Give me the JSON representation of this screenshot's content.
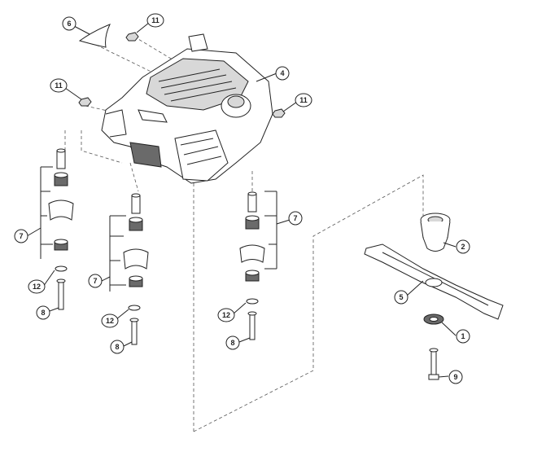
{
  "diagram": {
    "callouts": [
      {
        "id": "c6",
        "label": "6"
      },
      {
        "id": "c11a",
        "label": "11"
      },
      {
        "id": "c4",
        "label": "4"
      },
      {
        "id": "c11b",
        "label": "11"
      },
      {
        "id": "c11c",
        "label": "11"
      },
      {
        "id": "c7a",
        "label": "7"
      },
      {
        "id": "c7b",
        "label": "7"
      },
      {
        "id": "c7c",
        "label": "7"
      },
      {
        "id": "c12a",
        "label": "12"
      },
      {
        "id": "c8a",
        "label": "8"
      },
      {
        "id": "c12b",
        "label": "12"
      },
      {
        "id": "c8b",
        "label": "8"
      },
      {
        "id": "c12c",
        "label": "12"
      },
      {
        "id": "c8c",
        "label": "8"
      },
      {
        "id": "c2",
        "label": "2"
      },
      {
        "id": "c5",
        "label": "5"
      },
      {
        "id": "c1",
        "label": "1"
      },
      {
        "id": "c9",
        "label": "9"
      }
    ]
  }
}
